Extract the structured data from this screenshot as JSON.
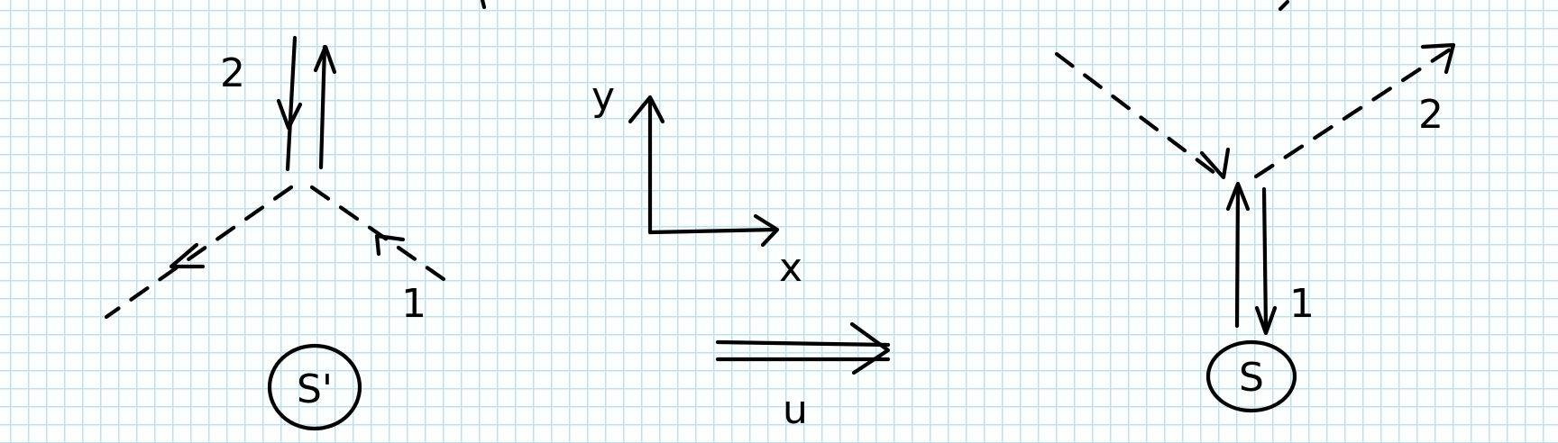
{
  "frame_primed": {
    "label": "S'",
    "particle_1_label": "1",
    "particle_2_label": "2"
  },
  "axes": {
    "x_label": "x",
    "y_label": "y"
  },
  "boost": {
    "label": "u"
  },
  "frame_rest": {
    "label": "S",
    "particle_1_label": "1",
    "particle_2_label": "2"
  }
}
